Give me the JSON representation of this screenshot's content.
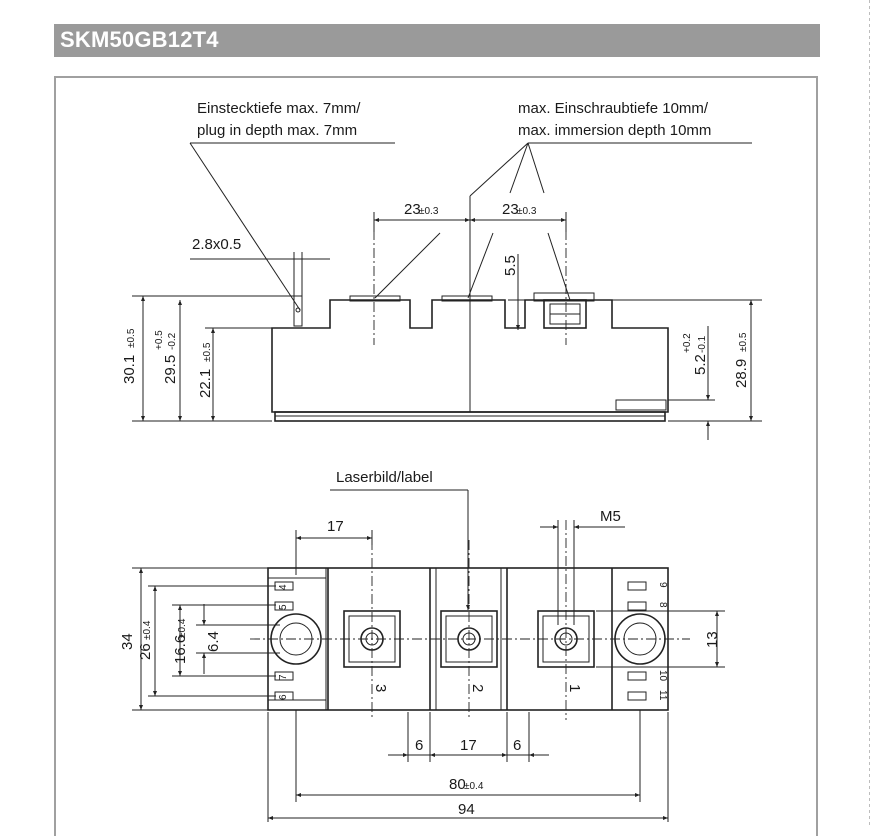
{
  "header": {
    "title": "SKM50GB12T4"
  },
  "notes": {
    "depth_de": "Einstecktiefe max. 7mm/",
    "depth_en": "plug in depth max. 7mm",
    "screw_de": "max. Einschraubtiefe 10mm/",
    "screw_en": "max. immersion depth 10mm",
    "label": "Laserbild/label"
  },
  "dims": {
    "d23a": "23",
    "d23a_tol": "±0.3",
    "d23b": "23",
    "d23b_tol": "±0.3",
    "d28x05": "2.8x0.5",
    "d55": "5.5",
    "d301": "30.1",
    "d301_tol": "±0.5",
    "d295": "29.5",
    "d295_up": "+0.5",
    "d295_lo": "-0.2",
    "d221": "22.1",
    "d221_tol": "±0.5",
    "d52": "5.2",
    "d52_up": "+0.2",
    "d52_lo": "-0.1",
    "d289": "28.9",
    "d289_tol": "±0.5",
    "d17top": "17",
    "m5": "M5",
    "d34": "34",
    "d26": "26",
    "d26_tol": "±0.4",
    "d166": "16.6",
    "d166_tol": "±0.4",
    "d64": "6.4",
    "d13": "13",
    "d6a": "6",
    "d17mid": "17",
    "d6b": "6",
    "d80": "80",
    "d80_tol": "±0.4",
    "d94": "94"
  },
  "terminals": {
    "t3": "3",
    "t2": "2",
    "t1": "1"
  },
  "pins": {
    "p4": "4",
    "p5": "5",
    "p7": "7",
    "p6": "6",
    "p9": "9",
    "p8": "8",
    "p10": "10",
    "p11": "11"
  }
}
